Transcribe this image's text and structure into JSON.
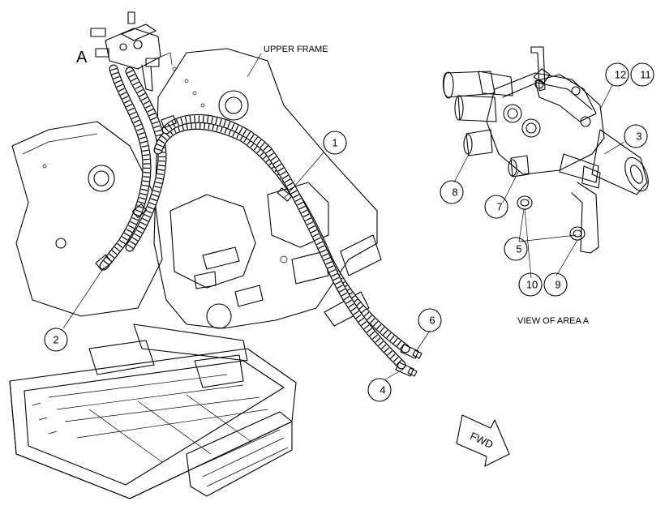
{
  "labels": {
    "upper_frame": "UPPER FRAME",
    "area_marker": "A",
    "view_caption": "VIEW OF AREA A",
    "fwd_arrow": "FWD"
  },
  "callouts": {
    "c1": "1",
    "c2": "2",
    "c3": "3",
    "c4": "4",
    "c5": "5",
    "c6": "6",
    "c7": "7",
    "c8": "8",
    "c9": "9",
    "c10": "10",
    "c11": "11",
    "c12": "12"
  }
}
